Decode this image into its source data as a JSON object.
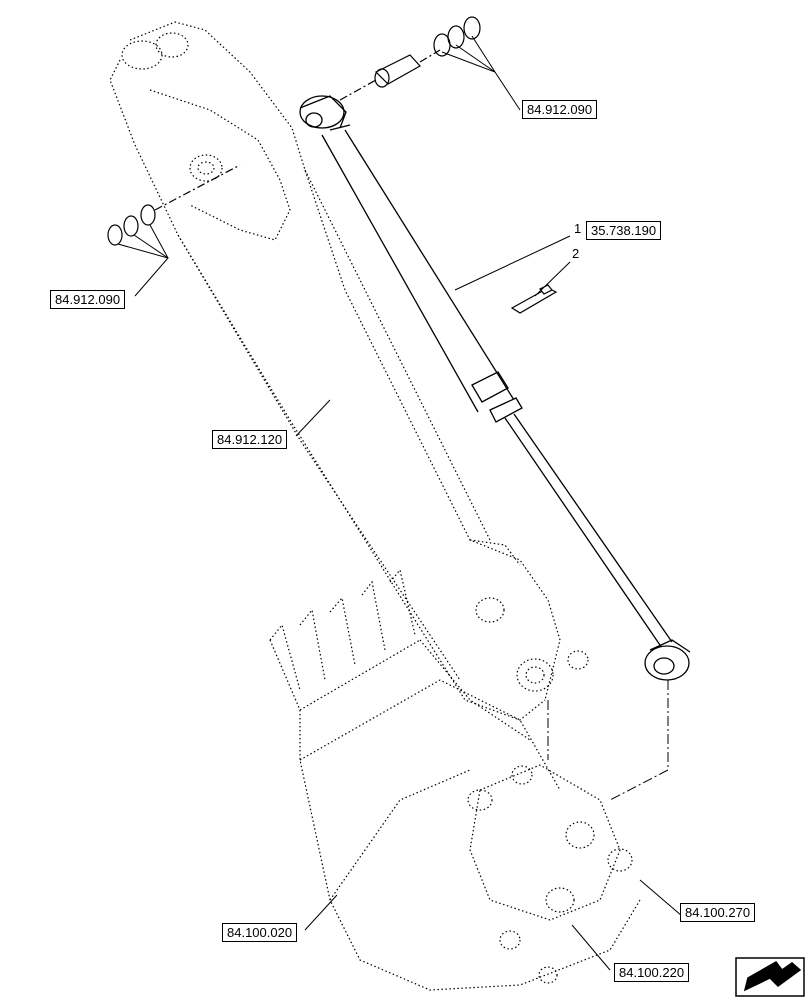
{
  "callouts": {
    "ref_top_right": "84.912.090",
    "ref_left": "84.912.090",
    "cylinder_ref": "35.738.190",
    "arm_ref": "84.912.120",
    "bucket_ref": "84.100.020",
    "linkage_ref": "84.100.270",
    "pin_ref": "84.100.220"
  },
  "item_numbers": {
    "cylinder": "1",
    "plate": "2"
  },
  "icons": {
    "navigation": "next-page-arrow-icon"
  }
}
